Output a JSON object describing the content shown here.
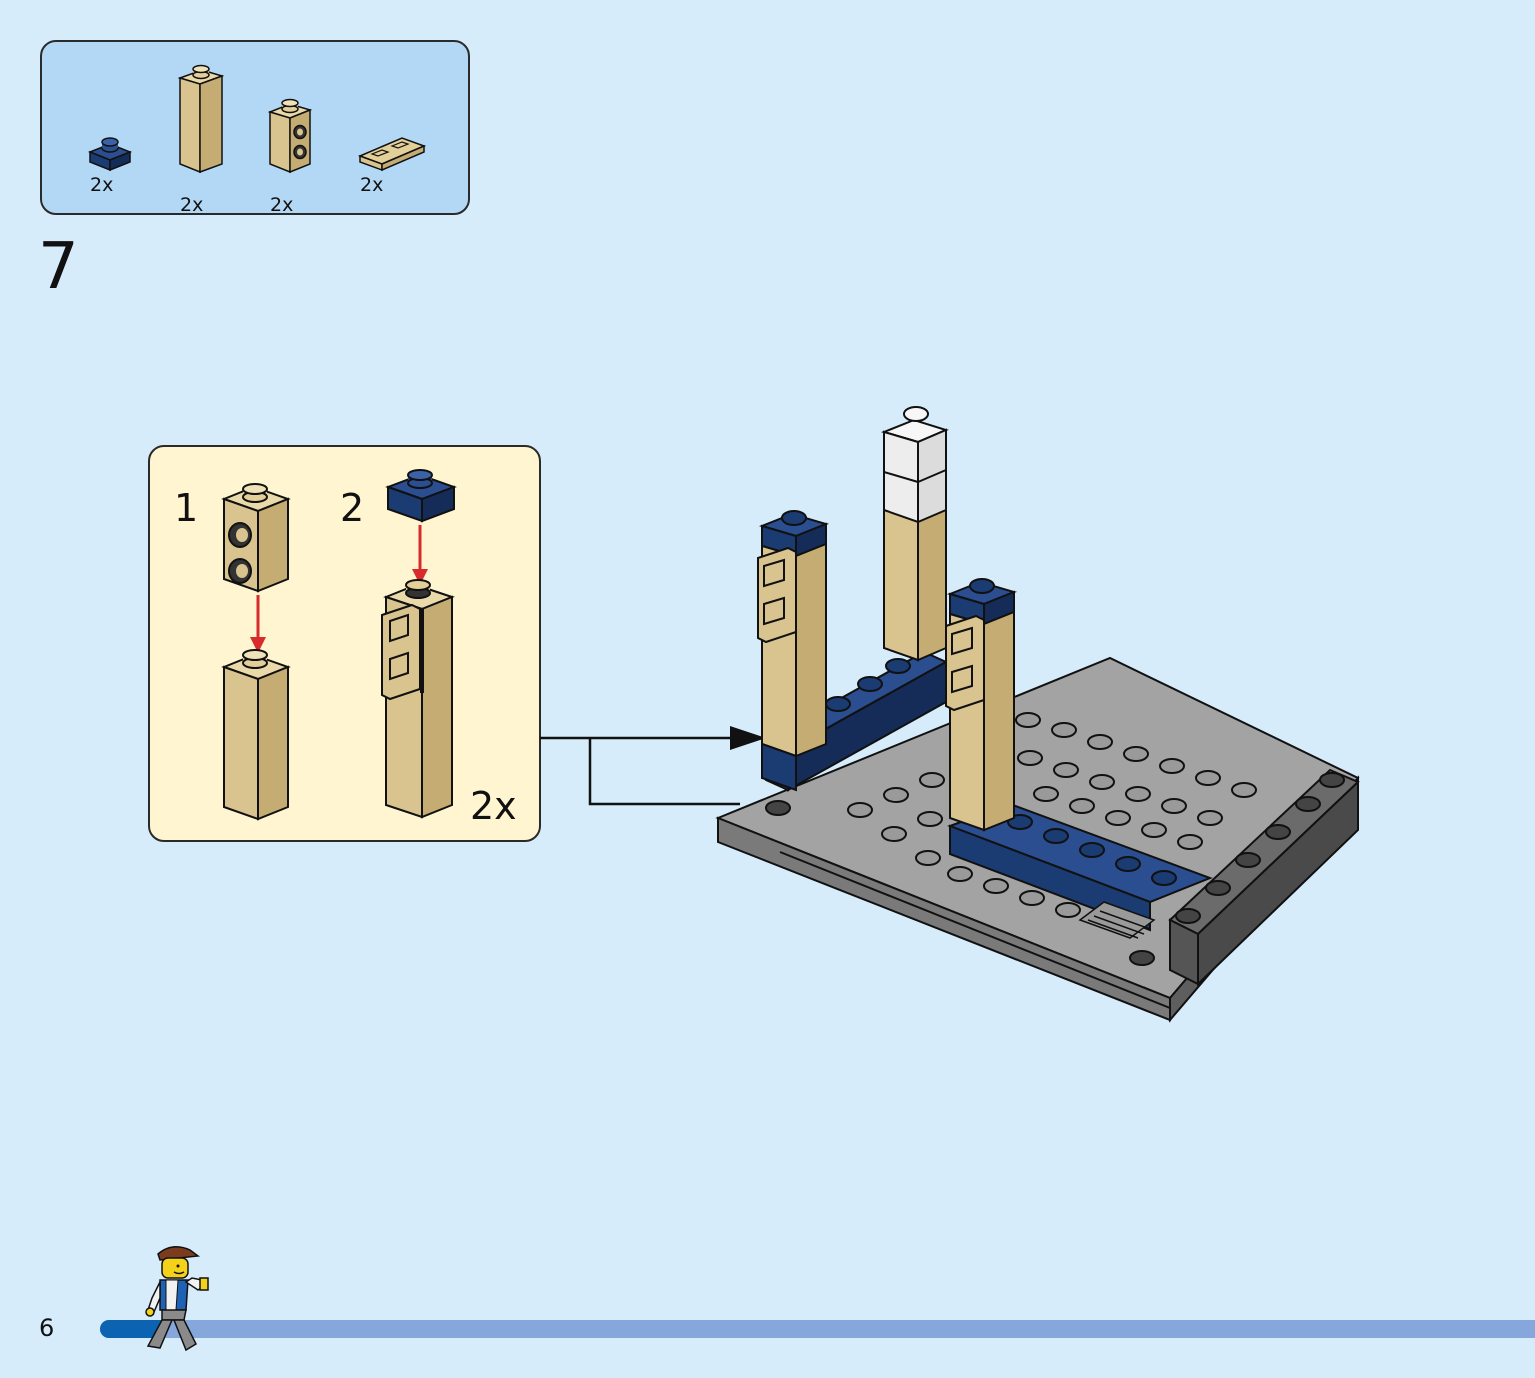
{
  "parts_list": {
    "items": [
      {
        "name": "dark-blue-plate-1x1",
        "qty": "2x",
        "color": "#1b3b73"
      },
      {
        "name": "tan-brick-1x1x3",
        "qty": "2x",
        "color": "#d9c38e"
      },
      {
        "name": "tan-brick-1x1-two-studs-side",
        "qty": "2x",
        "color": "#d9c38e"
      },
      {
        "name": "tan-tile-1x2-grille",
        "qty": "2x",
        "color": "#d9c38e"
      }
    ]
  },
  "step": {
    "number": "7"
  },
  "sub_assembly": {
    "sub_step_1": "1",
    "sub_step_2": "2",
    "multiplier": "2x"
  },
  "footer": {
    "page_number": "6",
    "progress": 0.045
  },
  "colors": {
    "background": "#d6ecfb",
    "parts_box": "#b3d8f6",
    "sub_box": "#fff5d0",
    "tan": "#d9c38e",
    "dark_blue": "#1b3b73",
    "gray": "#9a9a9a",
    "dark_gray": "#5f5f5f",
    "arrow_red": "#d82b2b",
    "progress_track": "#86a7dc",
    "progress_fill": "#0b63b2"
  }
}
